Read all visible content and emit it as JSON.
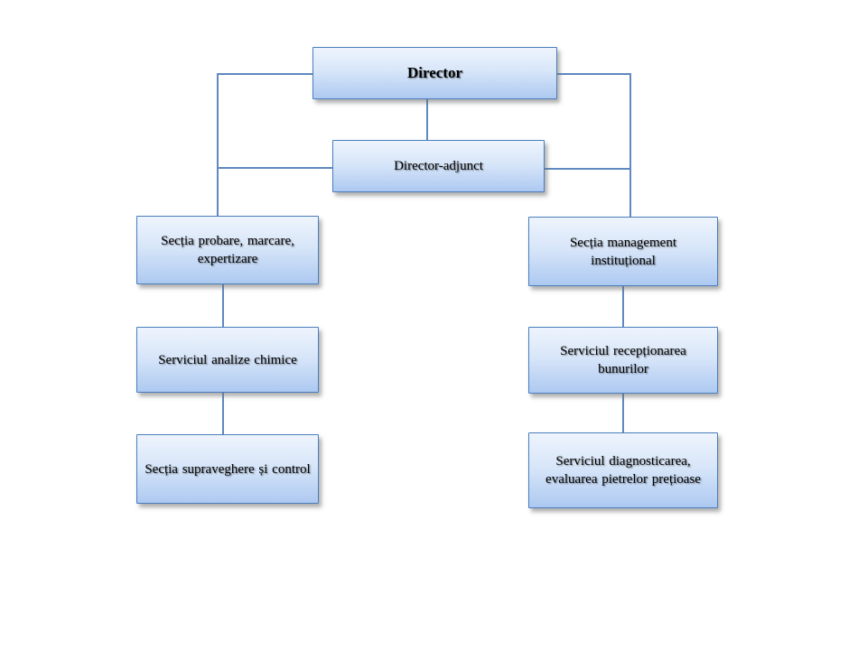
{
  "org_chart": {
    "type": "org-chart",
    "root": {
      "label": "Director"
    },
    "deputy": {
      "label": "Director-adjunct"
    },
    "left_branch": [
      {
        "label": "Secția probare, marcare, expertizare"
      },
      {
        "label": "Serviciul analize chimice"
      },
      {
        "label": "Secția supraveghere și control"
      }
    ],
    "right_branch": [
      {
        "label": "Secția management instituțional"
      },
      {
        "label": "Serviciul recepționarea bunurilor"
      },
      {
        "label": "Serviciul diagnosticarea, evaluarea pietrelor prețioase"
      }
    ],
    "colors": {
      "background": "#ffffff",
      "box_border": "#4a7ebc",
      "box_fill_top": "#eef4fd",
      "box_fill_bottom": "#adc9f1",
      "connector": "#6089bf",
      "text": "#000000"
    }
  }
}
